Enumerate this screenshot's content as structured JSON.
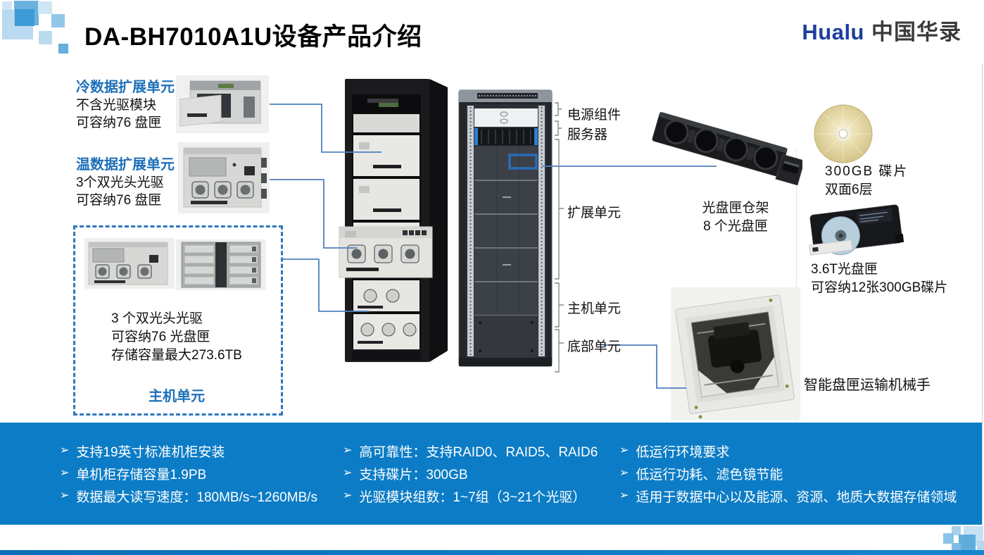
{
  "slide": {
    "title": "DA-BH7010A1U设备产品介绍",
    "logo": {
      "latin": "Hualu",
      "cjk": "中国华录"
    }
  },
  "callouts": {
    "cold": {
      "title": "冷数据扩展单元",
      "line1": "不含光驱模块",
      "line2": "可容纳76 盘匣"
    },
    "warm": {
      "title": "温数据扩展单元",
      "line1": "3个双光头光驱",
      "line2": "可容纳76 盘匣"
    },
    "host_box": {
      "line1": "3 个双光头光驱",
      "line2": "可容纳76 光盘匣",
      "line3": "存储容量最大273.6TB",
      "label": "主机单元"
    }
  },
  "rack_labels": {
    "power": "电源组件",
    "server": "服务器",
    "expansion": "扩展单元",
    "host": "主机单元",
    "bottom": "底部单元"
  },
  "right_items": {
    "magazine": {
      "line1": "光盘匣仓架",
      "line2": "8 个光盘匣"
    },
    "disc": {
      "line1": "300GB 碟片",
      "line2": "双面6层"
    },
    "cartridge": {
      "line1": "3.6T光盘匣",
      "line2": "可容纳12张300GB碟片"
    },
    "robot": {
      "label": "智能盘匣运输机械手"
    }
  },
  "features": {
    "bullet": "➢",
    "col1": [
      "支持19英寸标准机柜安装",
      "单机柜存储容量1.9PB",
      "数据最大读写速度：180MB/s~1260MB/s"
    ],
    "col2": [
      "高可靠性：支持RAID0、RAID5、RAID6",
      "支持碟片：300GB",
      "光驱模块组数：1~7组（3~21个光驱）"
    ],
    "col3": [
      "低运行环境要求",
      "低运行功耗、滤色镜节能",
      "适用于数据中心以及能源、资源、地质大数据存储领域"
    ]
  },
  "colors": {
    "band_blue": "#0c7cc6",
    "callout_blue": "#1e6fb8",
    "connector_blue": "#4f81bd",
    "hualu_blue": "#1c3e9e",
    "disc_gold": "#e6d9a8",
    "highlight_box_blue": "#2b6cb8"
  }
}
